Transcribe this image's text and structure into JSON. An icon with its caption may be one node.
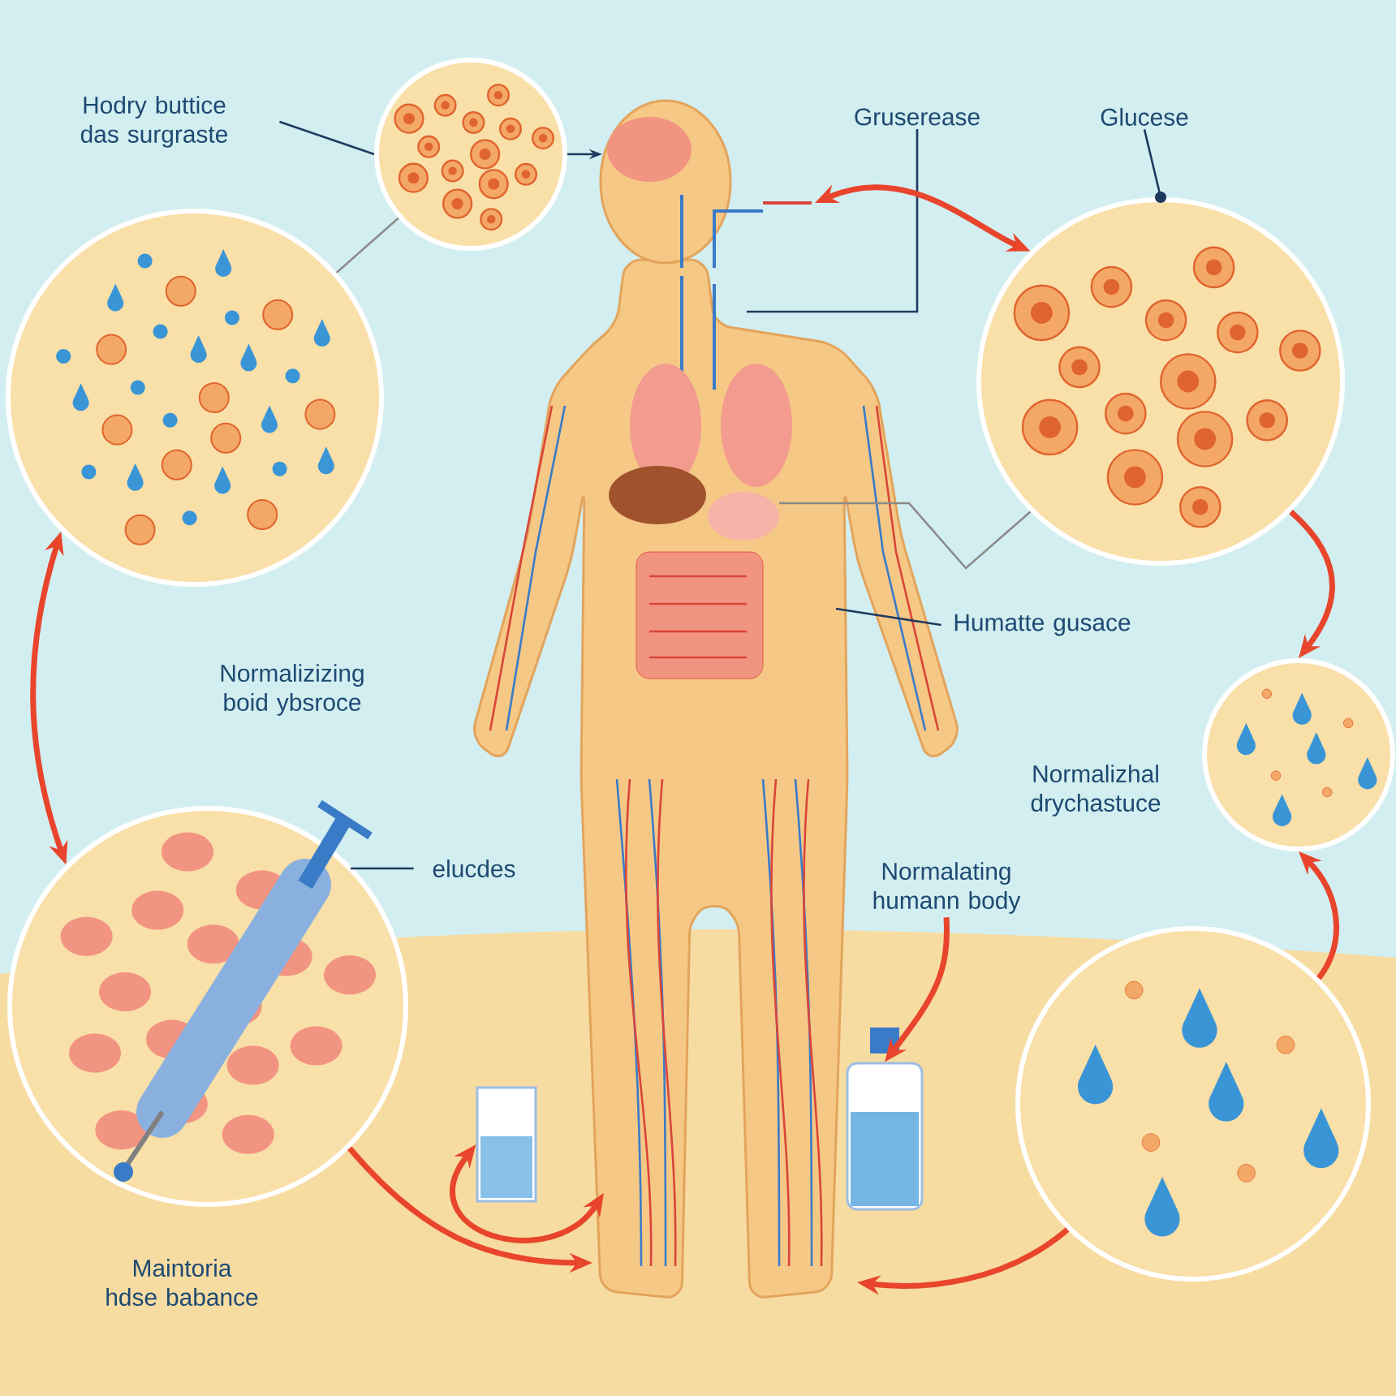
{
  "diagram": {
    "nodes": [
      {
        "text": [
          "Hodry buttice das surgraste"
        ]
      },
      {
        "text": [],
        "shape": "circle"
      },
      {
        "text": [],
        "shape": "person"
      },
      {
        "text": [
          "Gruserease"
        ]
      },
      {
        "text": [
          "Glucese"
        ]
      },
      {
        "text": [],
        "shape": "circle"
      },
      {
        "text": [],
        "shape": "circle"
      },
      {
        "text": [
          "Humatte gusace"
        ]
      },
      {
        "text": [],
        "shape": "circle"
      },
      {
        "text": [],
        "shape": "circle"
      },
      {
        "text": [
          "elucdes"
        ]
      },
      {
        "text": [
          "Normalating humann body"
        ]
      },
      {
        "text": [],
        "shape": "bottle"
      },
      {
        "text": [],
        "shape": "glass"
      },
      {
        "text": [],
        "shape": "circle"
      }
    ],
    "edges": [
      {
        "from": 0,
        "to": 1,
        "arrow": "none",
        "color": "#1f3a5f"
      },
      {
        "from": 1,
        "to": 2,
        "arrow": "to",
        "color": "#1f3a5f"
      },
      {
        "from": 1,
        "to": 5,
        "arrow": "none",
        "color": "#8a8a8a"
      },
      {
        "from": 3,
        "to": 2,
        "arrow": "none",
        "color": "#1f3a5f"
      },
      {
        "from": 2,
        "to": 6,
        "arrow": "both",
        "style": "thick"
      },
      {
        "from": 4,
        "to": 6,
        "arrow": "other",
        "color": "#1f3a5f"
      },
      {
        "from": 2,
        "to": 6,
        "arrow": "none",
        "color": "#8a8a8a"
      },
      {
        "from": 6,
        "to": 8,
        "arrow": "to",
        "style": "thick"
      },
      {
        "from": 14,
        "to": 8,
        "arrow": "to",
        "style": "thick"
      },
      {
        "from": 5,
        "to": 9,
        "arrow": "both",
        "style": "thick"
      },
      {
        "from": 10,
        "to": 9,
        "arrow": "none",
        "color": "#1f3a5f"
      },
      {
        "from": 11,
        "to": 12,
        "arrow": "to",
        "style": "thick"
      },
      {
        "from": 2,
        "to": 13,
        "arrow": "both",
        "style": "thick"
      },
      {
        "from": 9,
        "to": 2,
        "arrow": "to",
        "style": "thick"
      },
      {
        "from": 14,
        "to": 2,
        "arrow": "to",
        "style": "thick"
      },
      {
        "from": 7,
        "to": 2,
        "arrow": "none",
        "color": "#1f3a5f"
      }
    ],
    "labels": [
      "Normalizizing boid ybsroce",
      "Normalizhal drychastuce",
      "Maintoria hdse babance"
    ]
  }
}
